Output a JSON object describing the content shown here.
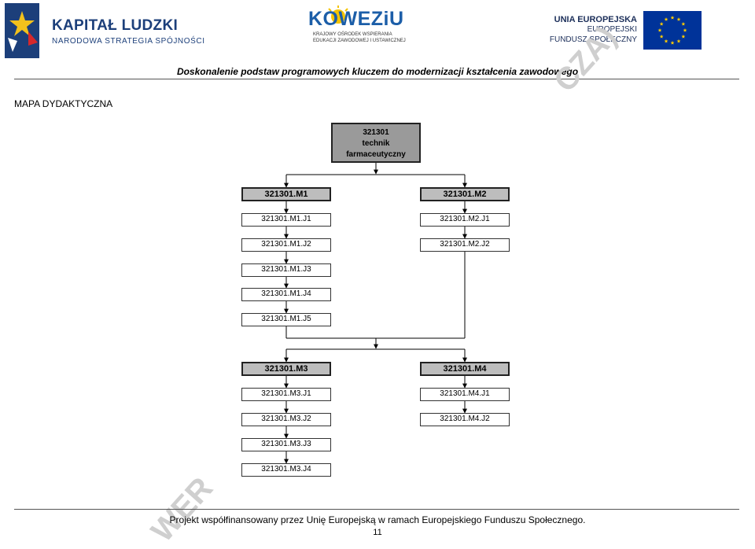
{
  "header": {
    "kl_title": "KAPITAŁ LUDZKI",
    "kl_subtitle": "NARODOWA STRATEGIA SPÓJNOŚCI",
    "koweziu_title": "KOWEZiU",
    "koweziu_line1": "KRAJOWY OŚRODEK WSPIERANIA",
    "koweziu_line2": "EDUKACJI ZAWODOWEJ I USTAWICZNEJ",
    "ue_line1": "UNIA EUROPEJSKA",
    "ue_line2": "EUROPEJSKI",
    "ue_line3": "FUNDUSZ SPOŁECZNY",
    "subtitle": "Doskonalenie podstaw programowych kluczem do modernizacji kształcenia zawodowego"
  },
  "colors": {
    "kl_blue": "#1c3f7a",
    "kl_red": "#d6282b",
    "kl_yellow": "#f2c11c",
    "eu_blue": "#003399",
    "eu_yellow": "#ffcc00",
    "root_fill": "#9a9a9a",
    "module_fill": "#bdbdbd",
    "watermark": "#cfcfcf"
  },
  "section_title": "MAPA DYDAKTYCZNA",
  "watermarks": {
    "top": "CZA)",
    "bottom": "WER"
  },
  "diagram": {
    "root": {
      "line1": "321301",
      "line2": "technik",
      "line3": "farmaceutyczny"
    },
    "modules": [
      {
        "label": "321301.M1",
        "units": [
          "321301.M1.J1",
          "321301.M1.J2",
          "321301.M1.J3",
          "321301.M1.J4",
          "321301.M1.J5"
        ]
      },
      {
        "label": "321301.M2",
        "units": [
          "321301.M2.J1",
          "321301.M2.J2"
        ]
      },
      {
        "label": "321301.M3",
        "units": [
          "321301.M3.J1",
          "321301.M3.J2",
          "321301.M3.J3",
          "321301.M3.J4"
        ]
      },
      {
        "label": "321301.M4",
        "units": [
          "321301.M4.J1",
          "321301.M4.J2"
        ]
      }
    ]
  },
  "footer": {
    "text": "Projekt współfinansowany przez Unię Europejską w ramach Europejskiego Funduszu Społecznego.",
    "page_number": "11"
  }
}
